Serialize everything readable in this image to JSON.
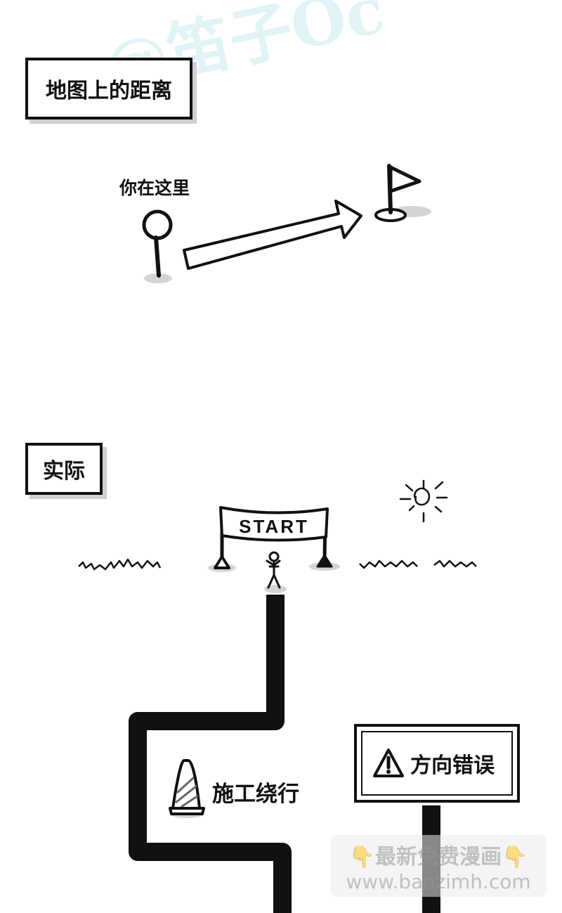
{
  "watermark": {
    "top_text": "@笛子Oc",
    "site_line1": "👇最新免费漫画👇",
    "site_line2": "www.baozimh.com"
  },
  "panel_map": {
    "title": "地图上的距离",
    "pin_caption": "你在这里"
  },
  "panel_actual": {
    "title": "实际",
    "banner_text": "START",
    "detour_caption": "施工绕行",
    "sign_text": "方向错误"
  },
  "colors": {
    "ink": "#111111",
    "shadow": "#cfcfcf",
    "page": "#ffffff"
  },
  "icons": [
    "map-pin-icon",
    "arrow-icon",
    "flag-icon",
    "sun-icon",
    "traffic-cone-icon",
    "warning-icon",
    "stick-figure-icon"
  ]
}
